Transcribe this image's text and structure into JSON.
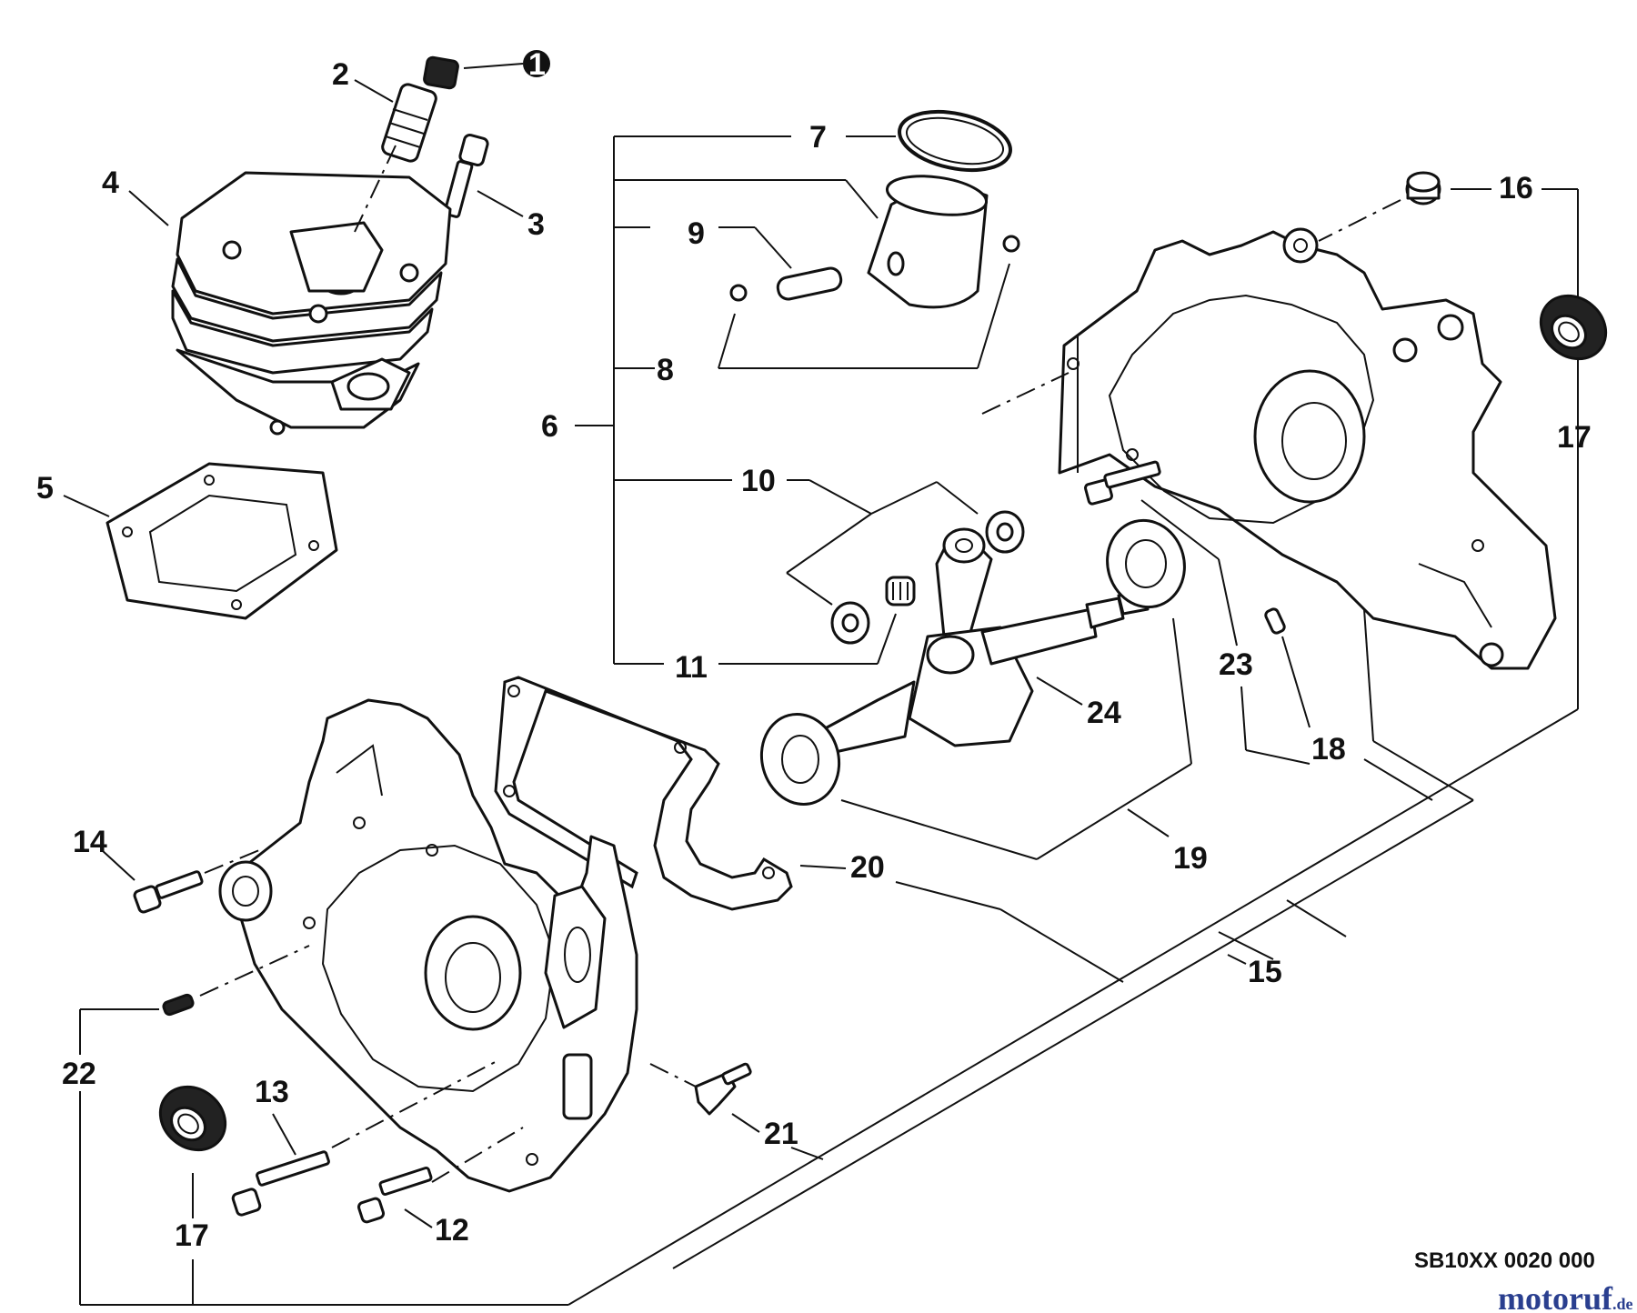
{
  "callouts": {
    "c1": "1",
    "c2": "2",
    "c3": "3",
    "c4": "4",
    "c5": "5",
    "c6": "6",
    "c7": "7",
    "c8": "8",
    "c9": "9",
    "c10": "10",
    "c11": "11",
    "c12": "12",
    "c13": "13",
    "c14": "14",
    "c15": "15",
    "c16": "16",
    "c17a": "17",
    "c17b": "17",
    "c18": "18",
    "c19": "19",
    "c20": "20",
    "c21": "21",
    "c22": "22",
    "c23": "23",
    "c24": "24"
  },
  "footer": {
    "diagram_code": "SB10XX 0020 000",
    "brand_name": "motoruf",
    "brand_suffix": ".de"
  },
  "colors": {
    "ink": "#111111",
    "brand": "#2a3f8f",
    "background": "#ffffff"
  }
}
